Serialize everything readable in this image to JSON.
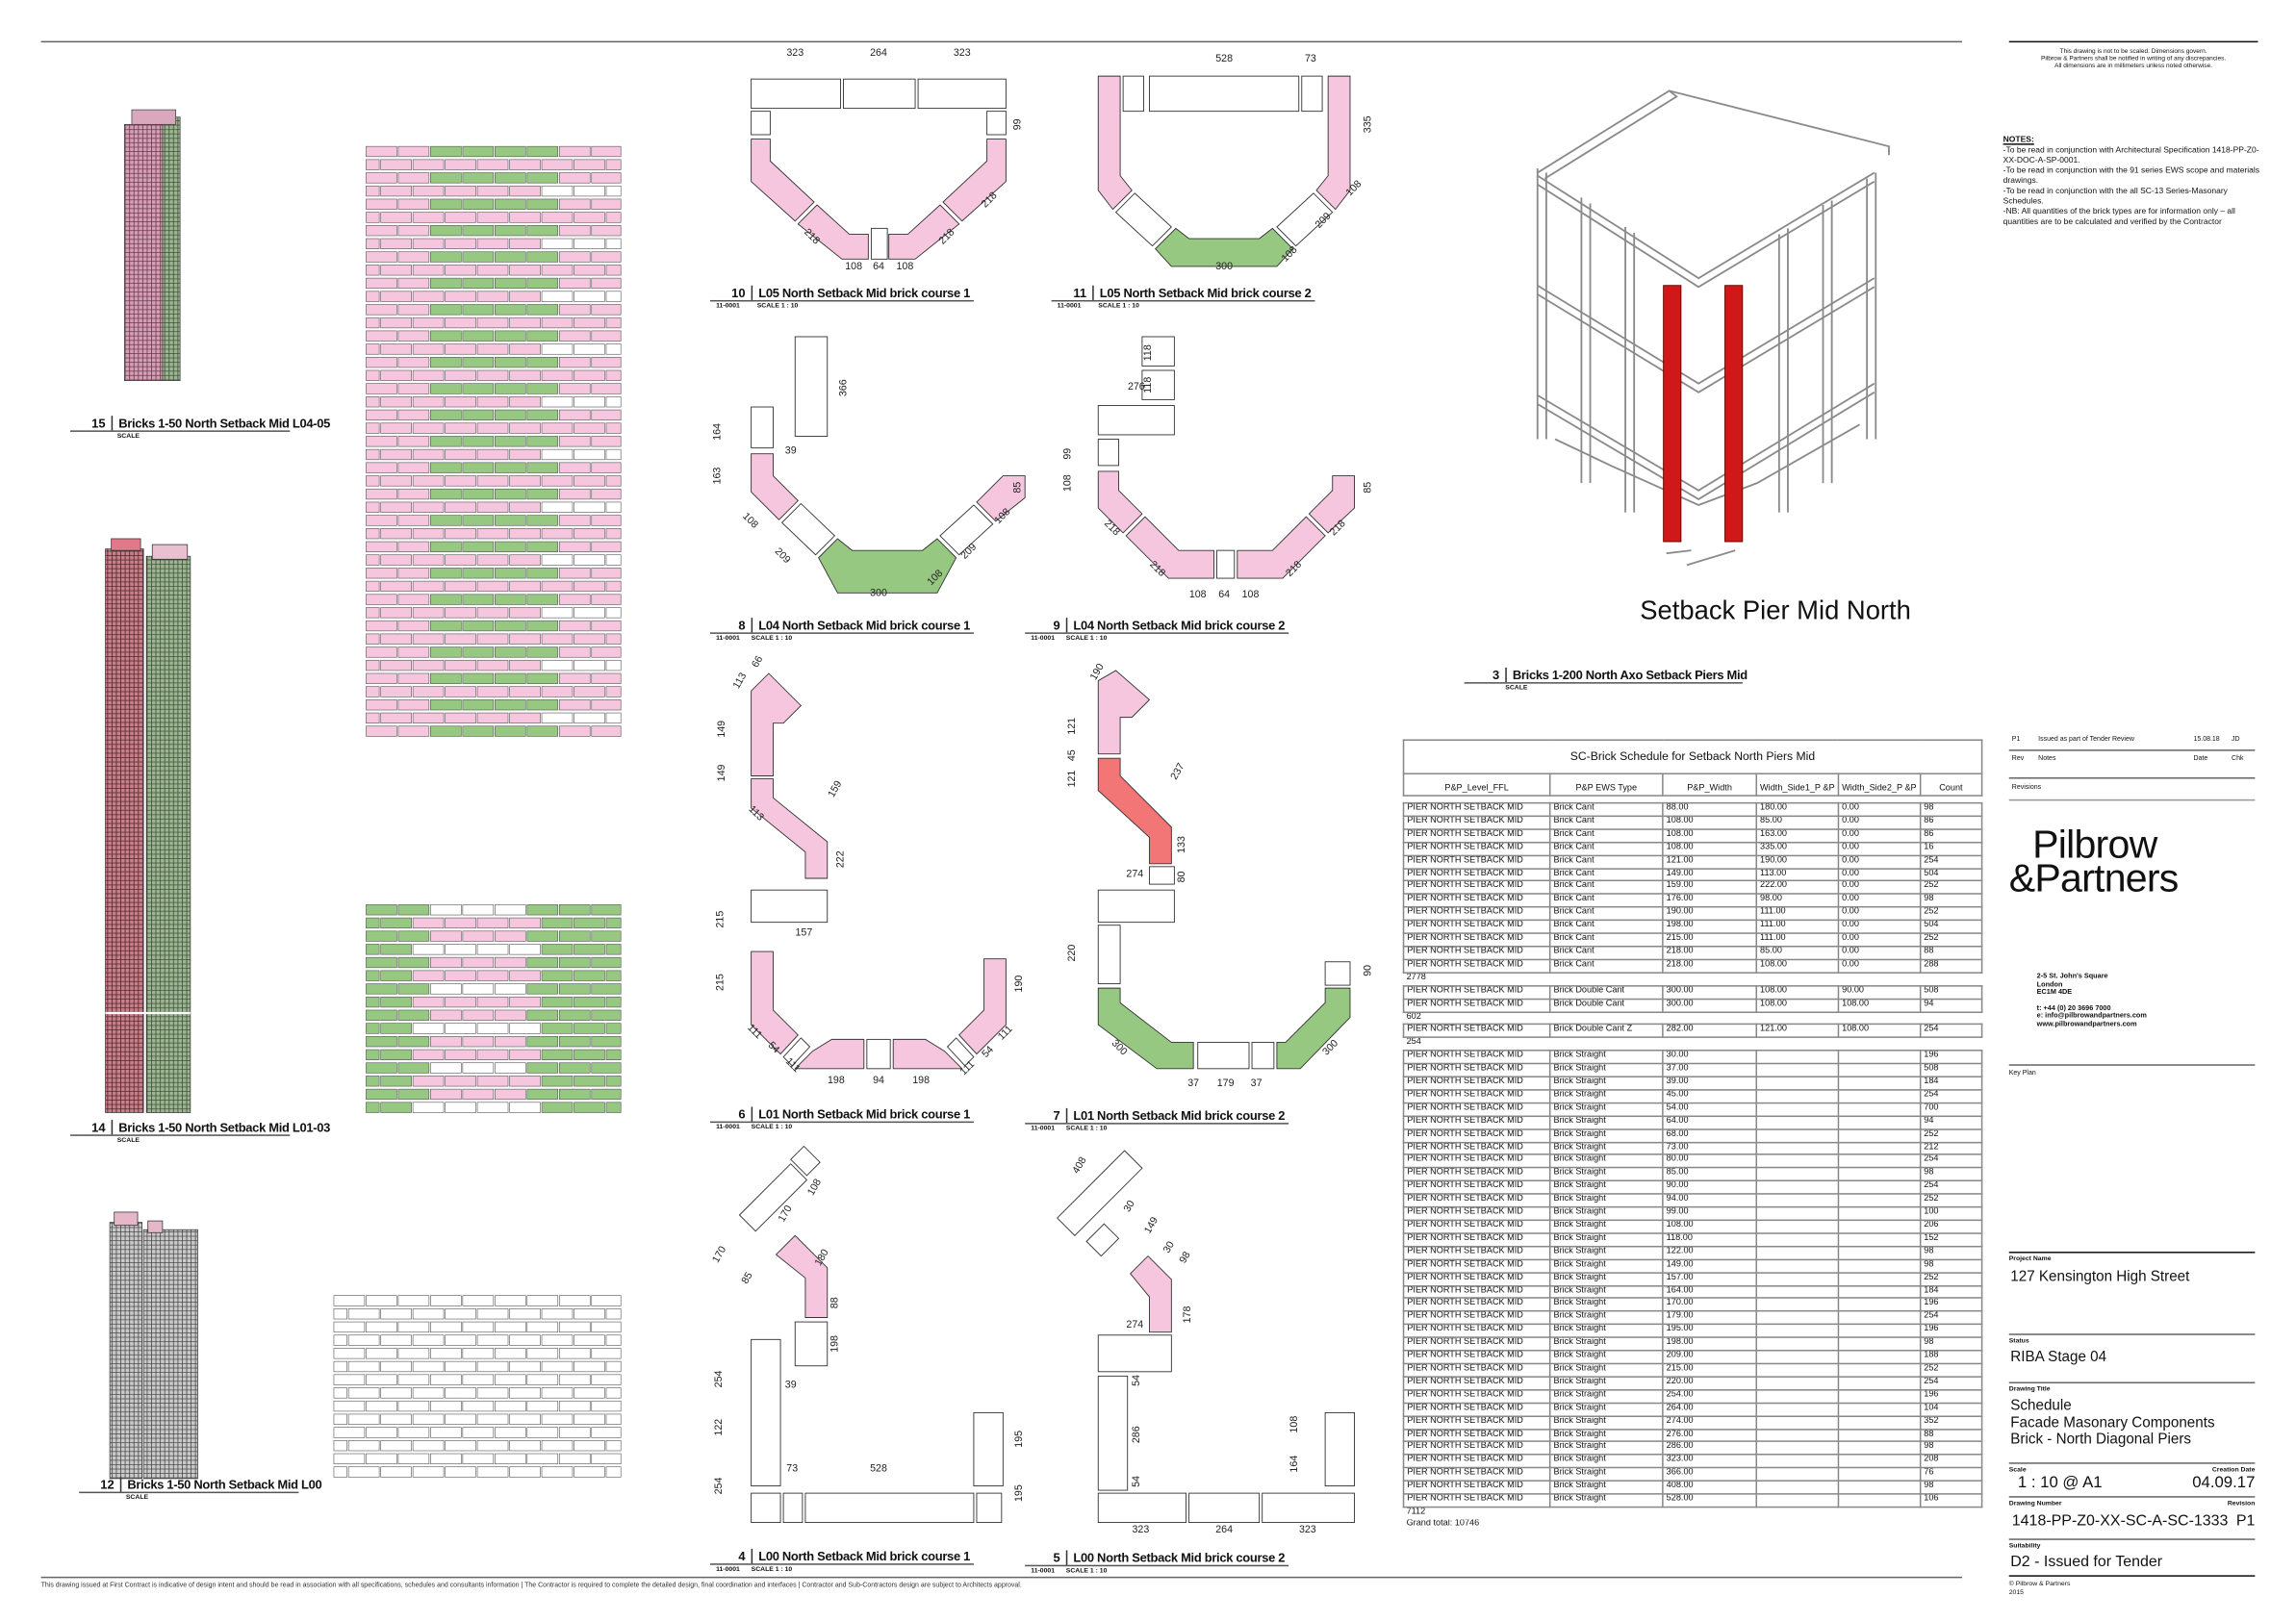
{
  "disclaimer": [
    "This drawing is not to be scaled. Dimensions govern.",
    "Pilbrow & Partners shall be notified in writing of any discrepancies.",
    "All dimensions are in millimeters unless noted otherwise."
  ],
  "notes": {
    "heading": "NOTES:",
    "lines": [
      "-To be read in conjunction with Architectural Specification 1418-PP-Z0-XX-DOC-A-SP-0001.",
      "-To be read in conjunction with the 91 series EWS scope and materials drawings.",
      "-To be read in conjunction with the all SC-13 Series-Masonary Schedules.",
      "-NB: All quantities of the brick types are for information only – all quantities are to be calculated and verified by the Contractor"
    ]
  },
  "footer_text": "This drawing issued at First Contract is indicative of design intent and should be read in association with all specifications, schedules and consultants information  |  The Contractor is required to complete the detailed design, final coordination and interfaces  |  Contractor and Sub-Contractors design are subject to Architects approval.",
  "colors": {
    "pink": "#f6c6de",
    "green": "#96c882",
    "red": "#f27676",
    "frame": "#9a9a9a"
  },
  "views": {
    "v15": {
      "num": "15",
      "title": "Bricks 1-50 North Setback Mid L04-05",
      "scale": "SCALE"
    },
    "v14": {
      "num": "14",
      "title": "Bricks 1-50 North Setback Mid L01-03",
      "scale": "SCALE"
    },
    "v12": {
      "num": "12",
      "title": "Bricks 1-50 North Setback Mid L00",
      "scale": "SCALE"
    },
    "v10": {
      "num": "10",
      "title": "L05 North Setback Mid brick course 1",
      "ref": "11-0001",
      "scale": "SCALE 1 : 10"
    },
    "v11": {
      "num": "11",
      "title": "L05 North Setback Mid brick course 2",
      "ref": "11-0001",
      "scale": "SCALE 1 : 10"
    },
    "v8": {
      "num": "8",
      "title": "L04 North Setback Mid brick course 1",
      "ref": "11-0001",
      "scale": "SCALE 1 : 10"
    },
    "v9": {
      "num": "9",
      "title": "L04 North Setback Mid brick course 2",
      "ref": "11-0001",
      "scale": "SCALE 1 : 10"
    },
    "v6": {
      "num": "6",
      "title": "L01 North Setback Mid brick course 1",
      "ref": "11-0001",
      "scale": "SCALE 1 : 10"
    },
    "v7": {
      "num": "7",
      "title": "L01 North Setback Mid brick course 2",
      "ref": "11-0001",
      "scale": "SCALE 1 : 10"
    },
    "v4": {
      "num": "4",
      "title": "L00 North Setback Mid brick course 1",
      "ref": "11-0001",
      "scale": "SCALE 1 : 10"
    },
    "v5": {
      "num": "5",
      "title": "L00 North Setback Mid brick course 2",
      "ref": "11-0001",
      "scale": "SCALE 1 : 10"
    },
    "v3": {
      "num": "3",
      "title": "Bricks 1-200 North Axo Setback Piers Mid",
      "scale": "SCALE",
      "label": "Setback Pier Mid North"
    }
  },
  "dims": {
    "v10": [
      "323",
      "264",
      "323",
      "99",
      "218",
      "108",
      "64",
      "108",
      "218",
      "218"
    ],
    "v11": [
      "528",
      "73",
      "335",
      "108",
      "209",
      "108",
      "300"
    ],
    "v8": [
      "366",
      "164",
      "39",
      "163",
      "108",
      "209",
      "300",
      "108",
      "209",
      "108",
      "85"
    ],
    "v9": [
      "118",
      "118",
      "276",
      "99",
      "108",
      "218",
      "218",
      "108",
      "64",
      "108",
      "218",
      "218",
      "85"
    ],
    "v6": [
      "113",
      "66",
      "149",
      "149",
      "113",
      "159",
      "222",
      "157",
      "215",
      "215",
      "111",
      "54",
      "111",
      "198",
      "94",
      "198",
      "111",
      "54",
      "111",
      "190"
    ],
    "v7": [
      "190",
      "121",
      "45",
      "121",
      "237",
      "133",
      "274",
      "80",
      "220",
      "300",
      "37",
      "179",
      "37",
      "300",
      "90"
    ],
    "v4": [
      "170",
      "85",
      "170",
      "108",
      "180",
      "88",
      "198",
      "39",
      "254",
      "122",
      "254",
      "73",
      "528",
      "195",
      "195"
    ],
    "v5": [
      "408",
      "30",
      "149",
      "30",
      "98",
      "178",
      "274",
      "54",
      "286",
      "54",
      "108",
      "164",
      "323",
      "264",
      "323"
    ]
  },
  "schedule": {
    "title": "SC-Brick Schedule for Setback North Piers Mid",
    "headers": [
      "P&P_Level_FFL",
      "P&P EWS Type",
      "P&P_Width",
      "Width_Side1_P &P",
      "Width_Side2_P &P",
      "Count"
    ],
    "groups": [
      {
        "rows": [
          [
            "PIER NORTH SETBACK MID",
            "Brick Cant",
            "88.00",
            "180.00",
            "0.00",
            "98"
          ],
          [
            "PIER NORTH SETBACK MID",
            "Brick Cant",
            "108.00",
            "85.00",
            "0.00",
            "86"
          ],
          [
            "PIER NORTH SETBACK MID",
            "Brick Cant",
            "108.00",
            "163.00",
            "0.00",
            "86"
          ],
          [
            "PIER NORTH SETBACK MID",
            "Brick Cant",
            "108.00",
            "335.00",
            "0.00",
            "16"
          ],
          [
            "PIER NORTH SETBACK MID",
            "Brick Cant",
            "121.00",
            "190.00",
            "0.00",
            "254"
          ],
          [
            "PIER NORTH SETBACK MID",
            "Brick Cant",
            "149.00",
            "113.00",
            "0.00",
            "504"
          ],
          [
            "PIER NORTH SETBACK MID",
            "Brick Cant",
            "159.00",
            "222.00",
            "0.00",
            "252"
          ],
          [
            "PIER NORTH SETBACK MID",
            "Brick Cant",
            "176.00",
            "98.00",
            "0.00",
            "98"
          ],
          [
            "PIER NORTH SETBACK MID",
            "Brick Cant",
            "190.00",
            "111.00",
            "0.00",
            "252"
          ],
          [
            "PIER NORTH SETBACK MID",
            "Brick Cant",
            "198.00",
            "111.00",
            "0.00",
            "504"
          ],
          [
            "PIER NORTH SETBACK MID",
            "Brick Cant",
            "215.00",
            "111.00",
            "0.00",
            "252"
          ],
          [
            "PIER NORTH SETBACK MID",
            "Brick Cant",
            "218.00",
            "85.00",
            "0.00",
            "88"
          ],
          [
            "PIER NORTH SETBACK MID",
            "Brick Cant",
            "218.00",
            "108.00",
            "0.00",
            "288"
          ]
        ],
        "subtotal": "2778"
      },
      {
        "rows": [
          [
            "PIER NORTH SETBACK MID",
            "Brick Double Cant",
            "300.00",
            "108.00",
            "90.00",
            "508"
          ],
          [
            "PIER NORTH SETBACK MID",
            "Brick Double Cant",
            "300.00",
            "108.00",
            "108.00",
            "94"
          ]
        ],
        "subtotal": "602"
      },
      {
        "rows": [
          [
            "PIER NORTH SETBACK MID",
            "Brick Double Cant Z",
            "282.00",
            "121.00",
            "108.00",
            "254"
          ]
        ],
        "subtotal": "254"
      },
      {
        "rows": [
          [
            "PIER NORTH SETBACK MID",
            "Brick Straight",
            "30.00",
            "",
            "",
            "196"
          ],
          [
            "PIER NORTH SETBACK MID",
            "Brick Straight",
            "37.00",
            "",
            "",
            "508"
          ],
          [
            "PIER NORTH SETBACK MID",
            "Brick Straight",
            "39.00",
            "",
            "",
            "184"
          ],
          [
            "PIER NORTH SETBACK MID",
            "Brick Straight",
            "45.00",
            "",
            "",
            "254"
          ],
          [
            "PIER NORTH SETBACK MID",
            "Brick Straight",
            "54.00",
            "",
            "",
            "700"
          ],
          [
            "PIER NORTH SETBACK MID",
            "Brick Straight",
            "64.00",
            "",
            "",
            "94"
          ],
          [
            "PIER NORTH SETBACK MID",
            "Brick Straight",
            "68.00",
            "",
            "",
            "252"
          ],
          [
            "PIER NORTH SETBACK MID",
            "Brick Straight",
            "73.00",
            "",
            "",
            "212"
          ],
          [
            "PIER NORTH SETBACK MID",
            "Brick Straight",
            "80.00",
            "",
            "",
            "254"
          ],
          [
            "PIER NORTH SETBACK MID",
            "Brick Straight",
            "85.00",
            "",
            "",
            "98"
          ],
          [
            "PIER NORTH SETBACK MID",
            "Brick Straight",
            "90.00",
            "",
            "",
            "254"
          ],
          [
            "PIER NORTH SETBACK MID",
            "Brick Straight",
            "94.00",
            "",
            "",
            "252"
          ],
          [
            "PIER NORTH SETBACK MID",
            "Brick Straight",
            "99.00",
            "",
            "",
            "100"
          ],
          [
            "PIER NORTH SETBACK MID",
            "Brick Straight",
            "108.00",
            "",
            "",
            "206"
          ],
          [
            "PIER NORTH SETBACK MID",
            "Brick Straight",
            "118.00",
            "",
            "",
            "152"
          ],
          [
            "PIER NORTH SETBACK MID",
            "Brick Straight",
            "122.00",
            "",
            "",
            "98"
          ],
          [
            "PIER NORTH SETBACK MID",
            "Brick Straight",
            "149.00",
            "",
            "",
            "98"
          ],
          [
            "PIER NORTH SETBACK MID",
            "Brick Straight",
            "157.00",
            "",
            "",
            "252"
          ],
          [
            "PIER NORTH SETBACK MID",
            "Brick Straight",
            "164.00",
            "",
            "",
            "184"
          ],
          [
            "PIER NORTH SETBACK MID",
            "Brick Straight",
            "170.00",
            "",
            "",
            "196"
          ],
          [
            "PIER NORTH SETBACK MID",
            "Brick Straight",
            "179.00",
            "",
            "",
            "254"
          ],
          [
            "PIER NORTH SETBACK MID",
            "Brick Straight",
            "195.00",
            "",
            "",
            "196"
          ],
          [
            "PIER NORTH SETBACK MID",
            "Brick Straight",
            "198.00",
            "",
            "",
            "98"
          ],
          [
            "PIER NORTH SETBACK MID",
            "Brick Straight",
            "209.00",
            "",
            "",
            "188"
          ],
          [
            "PIER NORTH SETBACK MID",
            "Brick Straight",
            "215.00",
            "",
            "",
            "252"
          ],
          [
            "PIER NORTH SETBACK MID",
            "Brick Straight",
            "220.00",
            "",
            "",
            "254"
          ],
          [
            "PIER NORTH SETBACK MID",
            "Brick Straight",
            "254.00",
            "",
            "",
            "196"
          ],
          [
            "PIER NORTH SETBACK MID",
            "Brick Straight",
            "264.00",
            "",
            "",
            "104"
          ],
          [
            "PIER NORTH SETBACK MID",
            "Brick Straight",
            "274.00",
            "",
            "",
            "352"
          ],
          [
            "PIER NORTH SETBACK MID",
            "Brick Straight",
            "276.00",
            "",
            "",
            "88"
          ],
          [
            "PIER NORTH SETBACK MID",
            "Brick Straight",
            "286.00",
            "",
            "",
            "98"
          ],
          [
            "PIER NORTH SETBACK MID",
            "Brick Straight",
            "323.00",
            "",
            "",
            "208"
          ],
          [
            "PIER NORTH SETBACK MID",
            "Brick Straight",
            "366.00",
            "",
            "",
            "76"
          ],
          [
            "PIER NORTH SETBACK MID",
            "Brick Straight",
            "408.00",
            "",
            "",
            "98"
          ],
          [
            "PIER NORTH SETBACK MID",
            "Brick Straight",
            "528.00",
            "",
            "",
            "106"
          ]
        ],
        "subtotal": "7112"
      }
    ],
    "grand_total": "Grand total: 10746"
  },
  "revisions": {
    "row": {
      "rev": "P1",
      "notes": "Issued as part of Tender Review",
      "date": "15.08.18",
      "chk": "JD"
    },
    "headers": {
      "rev": "Rev",
      "notes": "Notes",
      "date": "Date",
      "chk": "Chk"
    },
    "label": "Revisions"
  },
  "logo": {
    "line1": "Pilbrow",
    "line2": "&Partners"
  },
  "address": [
    "2-5 St. John's Square",
    "London",
    "EC1M 4DE"
  ],
  "contact": [
    "t: +44 (0) 20 3696 7000",
    "e: info@pilbrowandpartners.com",
    "www.pilbrowandpartners.com"
  ],
  "key_plan_label": "Key Plan",
  "title_block": {
    "project_label": "Project Name",
    "project": "127 Kensington High Street",
    "status_label": "Status",
    "status": "RIBA Stage 04",
    "drawing_title_label": "Drawing Title",
    "drawing_title": [
      "Schedule",
      "Facade Masonary Components",
      "Brick - North Diagonal Piers"
    ],
    "scale_label": "Scale",
    "scale": "1 : 10 @ A1",
    "creation_label": "Creation Date",
    "creation": "04.09.17",
    "number_label": "Drawing Number",
    "number": "1418-PP-Z0-XX-SC-A-SC-1333",
    "revision_label": "Revision",
    "revision": "P1",
    "suitability_label": "Suitability",
    "suitability": "D2 - Issued for Tender",
    "copyright": [
      "© Pilbrow & Partners",
      "2015"
    ]
  }
}
